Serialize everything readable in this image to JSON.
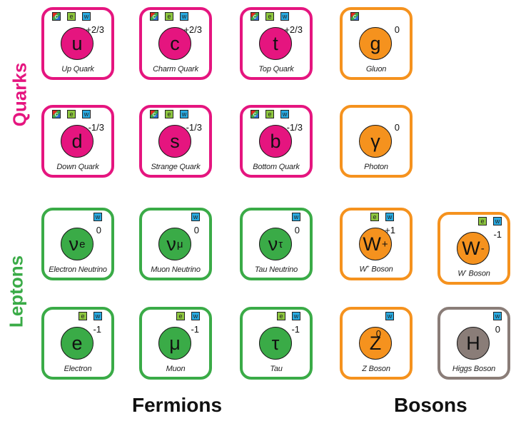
{
  "labels": {
    "quarks": "Quarks",
    "leptons": "Leptons",
    "fermions": "Fermions",
    "bosons": "Bosons"
  },
  "colors": {
    "quark": "#e5157f",
    "lepton": "#3aab47",
    "boson": "#f5921e",
    "higgs": "#8a7d78"
  },
  "particles": {
    "up": {
      "symbol": "u",
      "charge": "+2/3",
      "name": "Up Quark",
      "badges": [
        "c",
        "e",
        "w"
      ]
    },
    "charm": {
      "symbol": "c",
      "charge": "+2/3",
      "name": "Charm Quark",
      "badges": [
        "c",
        "e",
        "w"
      ]
    },
    "top": {
      "symbol": "t",
      "charge": "+2/3",
      "name": "Top Quark",
      "badges": [
        "c",
        "e",
        "w"
      ]
    },
    "gluon": {
      "symbol": "g",
      "charge": "0",
      "name": "Gluon",
      "badges": [
        "c"
      ]
    },
    "down": {
      "symbol": "d",
      "charge": "-1/3",
      "name": "Down Quark",
      "badges": [
        "c",
        "e",
        "w"
      ]
    },
    "strange": {
      "symbol": "s",
      "charge": "-1/3",
      "name": "Strange Quark",
      "badges": [
        "c",
        "e",
        "w"
      ]
    },
    "bottom": {
      "symbol": "b",
      "charge": "-1/3",
      "name": "Bottom Quark",
      "badges": [
        "c",
        "e",
        "w"
      ]
    },
    "photon": {
      "symbol": "γ",
      "charge": "0",
      "name": "Photon",
      "badges": []
    },
    "nu_e": {
      "symbol": "ν",
      "sub": "e",
      "charge": "0",
      "name": "Electron Neutrino",
      "badges": [
        "w"
      ]
    },
    "nu_mu": {
      "symbol": "ν",
      "sub": "μ",
      "charge": "0",
      "name": "Muon Neutrino",
      "badges": [
        "w"
      ]
    },
    "nu_tau": {
      "symbol": "ν",
      "sub": "τ",
      "charge": "0",
      "name": "Tau Neutrino",
      "badges": [
        "w"
      ]
    },
    "w_plus": {
      "symbol": "W",
      "sup": "+",
      "charge": "+1",
      "name_pre": "W",
      "name_sup": "+",
      "name": " Boson",
      "badges": [
        "e",
        "w"
      ]
    },
    "w_minus": {
      "symbol": "W",
      "sup": "-",
      "charge": "-1",
      "name_pre": "W",
      "name_sup": "-",
      "name": " Boson",
      "badges": [
        "e",
        "w"
      ]
    },
    "electron": {
      "symbol": "e",
      "charge": "-1",
      "name": "Electron",
      "badges": [
        "e",
        "w"
      ]
    },
    "muon": {
      "symbol": "μ",
      "charge": "-1",
      "name": "Muon",
      "badges": [
        "e",
        "w"
      ]
    },
    "tau": {
      "symbol": "τ",
      "charge": "-1",
      "name": "Tau",
      "badges": [
        "e",
        "w"
      ]
    },
    "z": {
      "symbol": "Z",
      "charge": "0",
      "name": "Z Boson",
      "badges": [
        "w"
      ]
    },
    "higgs": {
      "symbol": "H",
      "charge": "0",
      "name": "Higgs Boson",
      "badges": [
        "w"
      ]
    }
  },
  "badge_letters": {
    "c": "c",
    "e": "e",
    "w": "w"
  }
}
